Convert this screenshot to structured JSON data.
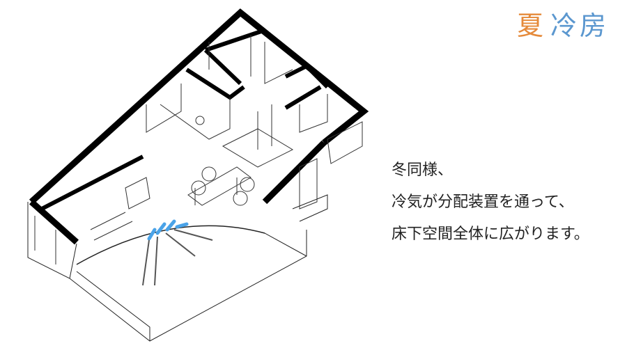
{
  "title": {
    "season": "夏",
    "mode": "冷房"
  },
  "description": {
    "lines": [
      "冬同様、",
      "冷気が分配装置を通って、",
      "床下空間全体に広がります。"
    ]
  },
  "colors": {
    "season": "#e58a3a",
    "mode": "#5b97cf",
    "airflow": "#4aa3e8",
    "wall": "#000000"
  }
}
